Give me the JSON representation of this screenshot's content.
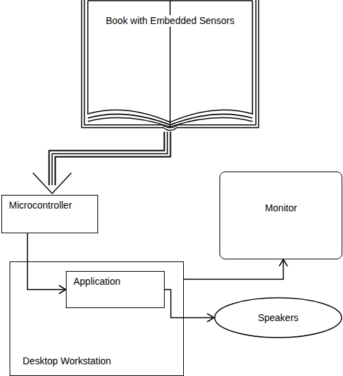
{
  "diagram": {
    "nodes": [
      {
        "text": [
          "Book with Embedded Sensors"
        ]
      },
      {
        "text": [
          "Microcontroller"
        ]
      },
      {
        "text": [
          "Monitor"
        ]
      },
      {
        "text": [
          "Desktop Workstation"
        ]
      },
      {
        "text": [
          "Application"
        ],
        "in": 3
      },
      {
        "text": [
          "Speakers"
        ]
      }
    ],
    "edges": [
      {
        "from": 0,
        "to": 1,
        "arrow": "to"
      },
      {
        "from": 1,
        "to": 4,
        "arrow": "to"
      },
      {
        "from": 3,
        "to": 2,
        "arrow": "to"
      },
      {
        "from": 4,
        "to": 5,
        "arrow": "to"
      }
    ]
  }
}
